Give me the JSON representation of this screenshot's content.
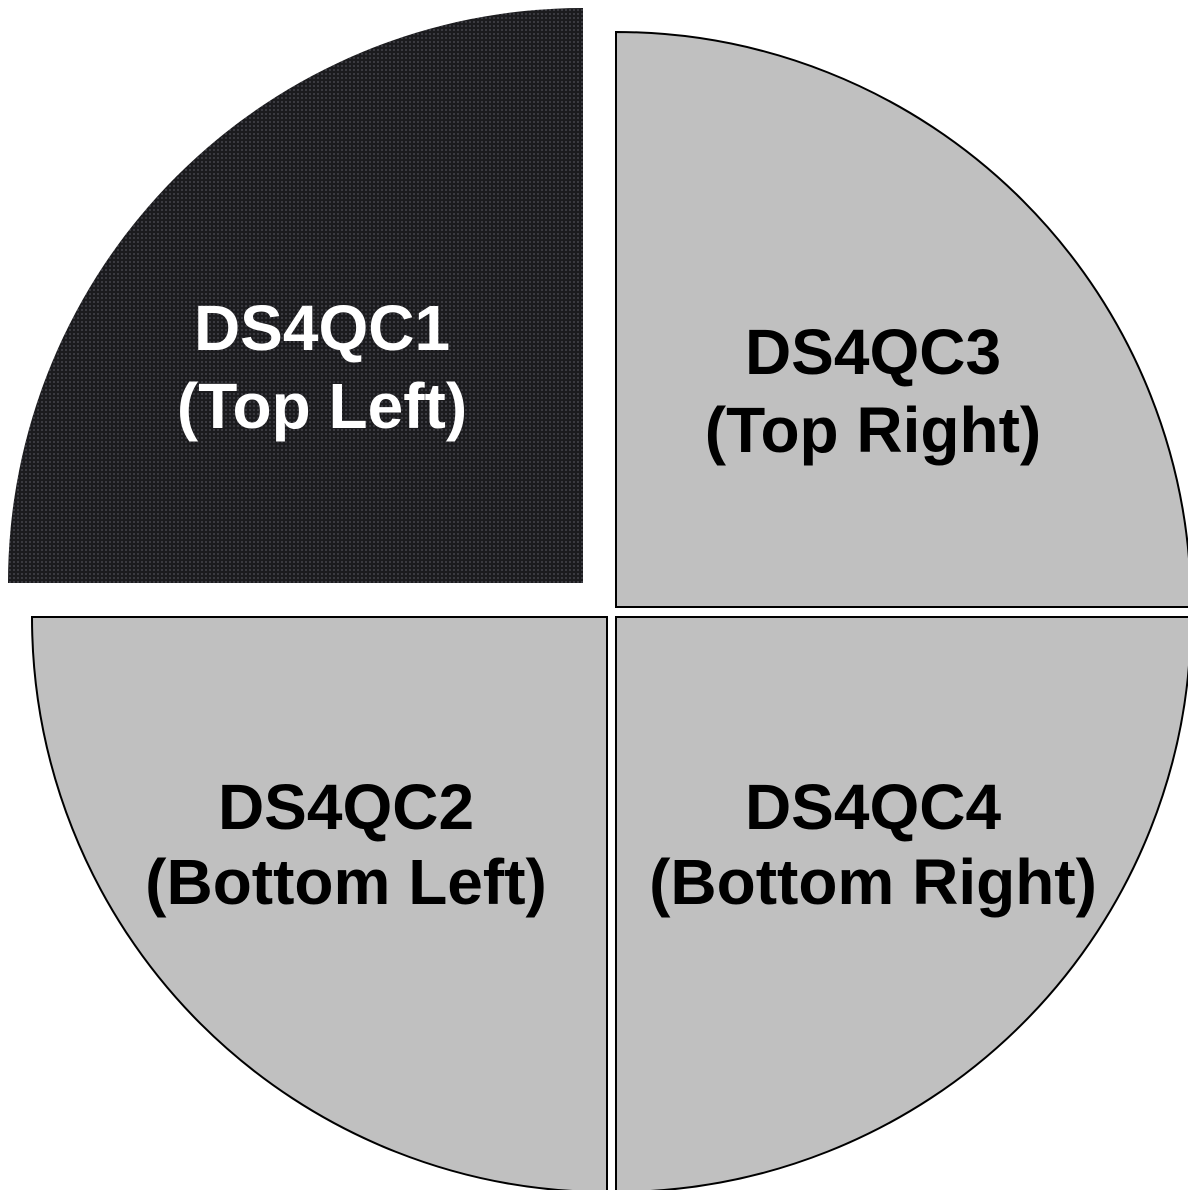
{
  "quadrants": [
    {
      "id": "top-left",
      "code": "DS4QC1",
      "position": "(Top Left)",
      "fill": "#1b1b1e",
      "text_color": "#ffffff",
      "textured": true
    },
    {
      "id": "top-right",
      "code": "DS4QC3",
      "position": "(Top Right)",
      "fill": "#c0c0c0",
      "text_color": "#000000",
      "textured": false
    },
    {
      "id": "bottom-left",
      "code": "DS4QC2",
      "position": "(Bottom Left)",
      "fill": "#c0c0c0",
      "text_color": "#000000",
      "textured": false
    },
    {
      "id": "bottom-right",
      "code": "DS4QC4",
      "position": "(Bottom Right)",
      "fill": "#c0c0c0",
      "text_color": "#000000",
      "textured": false
    }
  ]
}
